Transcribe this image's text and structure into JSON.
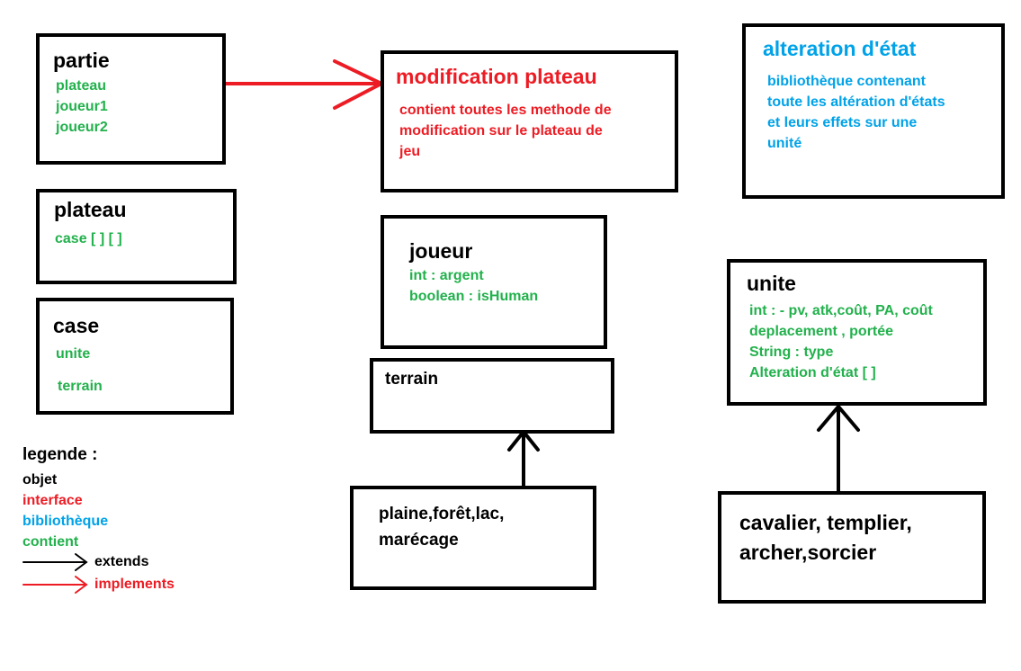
{
  "colors": {
    "objet": "#000000",
    "interface": "#ed1c24",
    "bibliotheque": "#00a2e8",
    "contient": "#22b14c"
  },
  "partie": {
    "title": "partie",
    "fields": [
      "plateau",
      "joueur1",
      "joueur2"
    ]
  },
  "plateau": {
    "title": "plateau",
    "fields": [
      "case [ ] [ ]"
    ]
  },
  "case": {
    "title": "case",
    "fields": [
      "unite",
      "terrain"
    ]
  },
  "modification": {
    "title": "modification plateau",
    "desc": [
      "contient toutes les methode de",
      "modification sur le plateau de",
      "jeu"
    ]
  },
  "alteration": {
    "title": "alteration d'état",
    "desc": [
      "bibliothèque contenant",
      "toute les altération d'états",
      "et leurs effets sur une",
      "unité"
    ]
  },
  "joueur": {
    "title": "joueur",
    "fields": [
      "int : argent",
      "boolean : isHuman"
    ]
  },
  "terrain": {
    "title": "terrain"
  },
  "terrain_sub": {
    "lines": [
      "plaine,forêt,lac,",
      "marécage"
    ]
  },
  "unite": {
    "title": "unite",
    "fields": [
      "int : - pv, atk,coût, PA, coût",
      "deplacement , portée",
      "String : type",
      "Alteration d'état [ ]"
    ]
  },
  "unite_sub": {
    "lines": [
      "cavalier, templier,",
      "archer,sorcier"
    ]
  },
  "legend": {
    "title": "legende :",
    "objet": "objet",
    "interface": "interface",
    "bibliotheque": "bibliothèque",
    "contient": "contient",
    "extends": "extends",
    "implements": "implements"
  }
}
